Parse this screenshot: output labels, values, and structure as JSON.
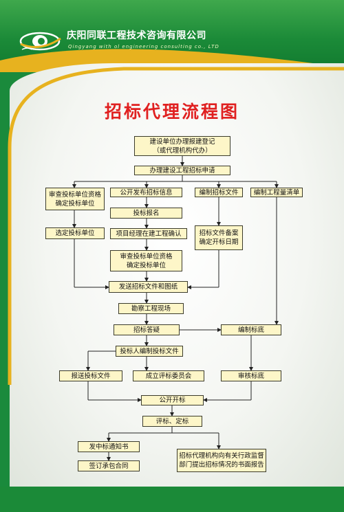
{
  "header": {
    "company_cn": "庆阳同联工程技术咨询有限公司",
    "company_en": "Qingyang with ol engineering consulting co., LTD"
  },
  "title": "招标代理流程图",
  "nodes": {
    "register": "建设单位办理报建登记\n（或代理机构代办）",
    "apply": "办理建设工程招标申请",
    "review_qual": "审查投标单位资格\n确定投标单位",
    "publish": "公开发布招标信息",
    "compile_docs": "编制招标文件",
    "compile_bq": "编制工程量清单",
    "bid_signup": "投标报名",
    "select_bidder": "选定投标单位",
    "pm_confirm": "项目经理在建工程确认",
    "docs_filing": "招标文件备案\n确定开标日期",
    "review_qual2": "审查投标单位资格\n确定投标单位",
    "send_docs": "发送招标文件和图纸",
    "site_visit": "勘察工程现场",
    "qa": "招标答疑",
    "compile_ceiling": "编制标底",
    "bidder_docs": "投标人编制投标文件",
    "submit_bid": "报送投标文件",
    "committee": "成立评标委员会",
    "review_ceiling": "审核标底",
    "open_bid": "公开开标",
    "evaluate": "评标、定标",
    "award_notice": "发中标通知书",
    "report": "招标代理机构向有关行政监督\n部门提出招标情况的书面报告",
    "contract": "签订承包合同"
  },
  "colors": {
    "header_green": "#1b8a38",
    "accent_yellow": "#e7b21f",
    "title_red": "#e02020",
    "box_fill": "#fdf6c8"
  }
}
